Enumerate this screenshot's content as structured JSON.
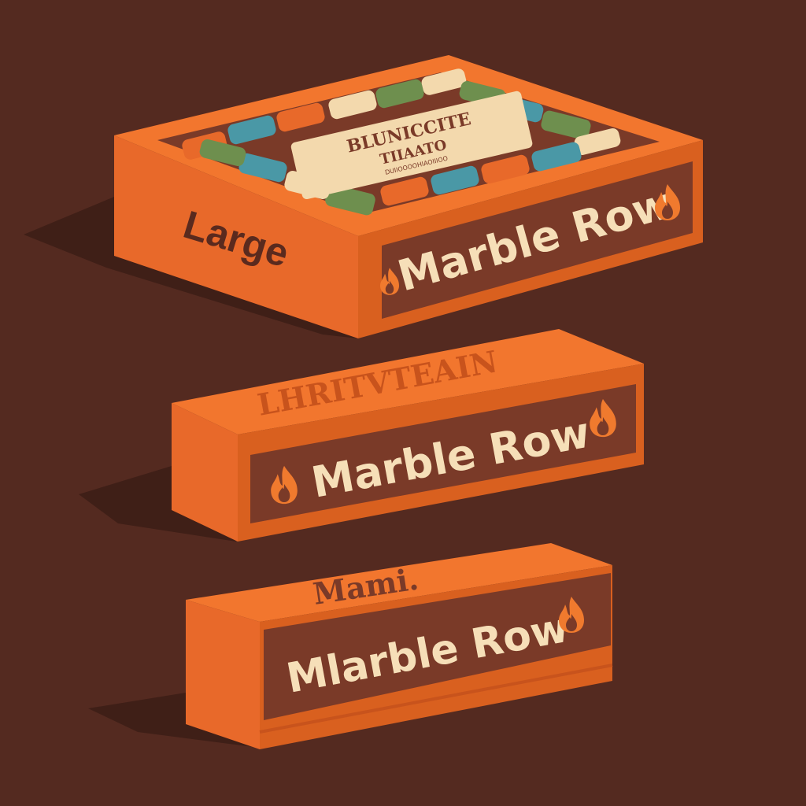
{
  "colors": {
    "background": "#542a20",
    "box_top": "#f2762e",
    "box_side": "#e8692a",
    "box_dark": "#c8531c",
    "panel": "#7a3a28",
    "cream": "#f6dfb8",
    "shadow": "#3c1d16",
    "flame": "#f07a2e",
    "tile_blue": "#4a98a6",
    "tile_green": "#6e8f4e",
    "tile_cream": "#f3d9ad",
    "tile_orange": "#e8692a"
  },
  "large_box": {
    "size_label": "Large",
    "brand": "Marble Row",
    "board_text": {
      "line1": "BLUNICCITE",
      "line2": "TIIAATO",
      "line3": "DUIIOOOOHIAOIIIOO"
    },
    "flame_icon": "flame-icon"
  },
  "medium_box": {
    "lid_text": "LHRITVTEAIN",
    "brand": "Marble Row",
    "flame_icon": "flame-icon"
  },
  "small_box": {
    "lid_text": "Mami.",
    "brand": "Mlarble Row",
    "flame_icon": "flame-icon"
  }
}
